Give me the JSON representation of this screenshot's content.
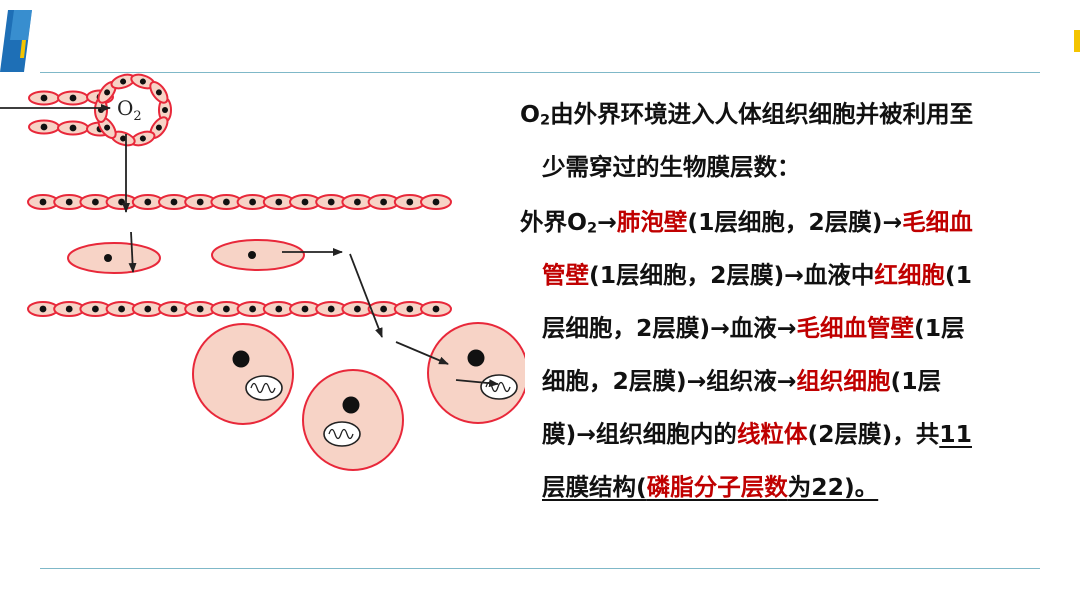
{
  "colors": {
    "membrane": "#e8283a",
    "cell_fill": "#f7d3c6",
    "highlight": "#c00000",
    "rule": "#7fb8c8",
    "accent_blue": "#1e6fb6",
    "accent_yellow": "#f4c400"
  },
  "diagram": {
    "o2_label": "O",
    "o2_sub": "2"
  },
  "title": {
    "p1": "O",
    "sub": "2",
    "p2": "由外界环境进入人体组织细胞并被利用至",
    "line2": "少需穿过的生物膜层数："
  },
  "body": {
    "seg1": "外界O",
    "seg1_sub": "2",
    "seg2": "→",
    "alveolar_wall": "肺泡壁",
    "seg3": "(1层细胞，2层膜)→",
    "capillary_wall_1a": "毛细血",
    "capillary_wall_1b": "管壁",
    "seg4": "(1层细胞，2层膜)→血液中",
    "red_blood_cell": "红细胞",
    "seg5a": "(1",
    "seg5b": "层细胞，2层膜)→血液→",
    "capillary_wall_2": "毛细血管壁",
    "seg6a": "(1层",
    "seg6b": "细胞，2层膜)→组织液→",
    "tissue_cell": "组织细胞",
    "seg7a": "(1层",
    "seg7b": "膜)→组织细胞内的",
    "mitochondria": "线粒体",
    "seg8": "(2层膜)，共",
    "total": "11",
    "seg9": "层膜结构(",
    "phospholipid": "磷脂分子层数",
    "seg10": "为22)。"
  }
}
